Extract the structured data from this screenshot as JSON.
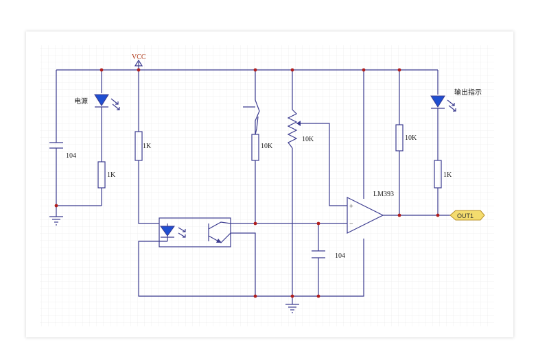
{
  "schematic": {
    "vcc_label": "VCC",
    "power_led_label": "电源",
    "output_led_label": "输出指示",
    "cap_left_label": "104",
    "res_power_led_label": "1K",
    "res_photo_led_label": "1K",
    "res_collector_label": "10K",
    "pot_label": "10K",
    "res_pullup_label": "10K",
    "res_out_led_label": "1K",
    "cap_bottom_label": "104",
    "comparator_label": "LM393",
    "plus_sign": "+",
    "minus_sign": "−",
    "output_port_label": "OUT1"
  },
  "colors": {
    "wire": "#3b3b8f",
    "node": "#b01e1e",
    "led_fill": "#1f4fd1",
    "port_fill": "#f4dc6e",
    "grid": "#e6e6e6"
  }
}
